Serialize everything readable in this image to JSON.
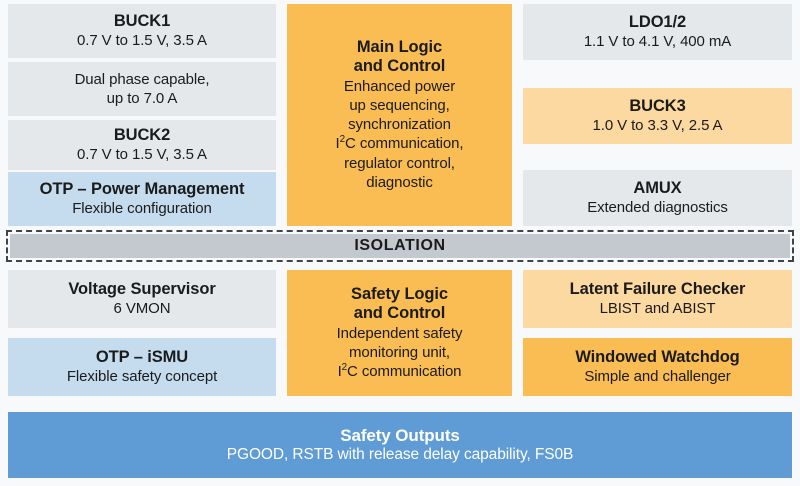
{
  "diagram": {
    "title_hidden": "",
    "colors": {
      "grey_block": "#e4e8eb",
      "blue_block": "#c5dcef",
      "orange_block": "#fabd53",
      "orange_light_block": "#fcd9a1",
      "steel_blue_bar": "#5f9bd5",
      "isolation_bar": "#c3c9cf",
      "isolation_border": "#3f4449",
      "page_background": "#f8f9fa",
      "text": "#1b1b1b",
      "text_inverse": "#ffffff"
    },
    "left_column": {
      "buck1": {
        "title": "BUCK1",
        "sub": "0.7 V to 1.5 V, 3.5 A"
      },
      "dual_phase": {
        "line1": "Dual phase capable,",
        "line2": "up to 7.0 A"
      },
      "buck2": {
        "title": "BUCK2",
        "sub": "0.7 V to 1.5 V, 3.5 A"
      },
      "otp_power_management": {
        "title": "OTP – Power Management",
        "sub": "Flexible configuration"
      },
      "voltage_supervisor": {
        "title": "Voltage Supervisor",
        "sub": "6 VMON"
      },
      "otp_ismu": {
        "title": "OTP – iSMU",
        "sub": "Flexible safety concept"
      }
    },
    "middle_column": {
      "main_logic": {
        "title_line1": "Main Logic",
        "title_line2": "and Control",
        "sub_line1": "Enhanced power",
        "sub_line2": "up sequencing,",
        "sub_line3": "synchronization",
        "sub_line4_pre": "I",
        "sub_line4_sup": "2",
        "sub_line4_post": "C communication,",
        "sub_line5": "regulator control,",
        "sub_line6": "diagnostic"
      },
      "safety_logic": {
        "title_line1": "Safety Logic",
        "title_line2": "and Control",
        "sub_line1": "Independent safety",
        "sub_line2": "monitoring unit,",
        "sub_line3_pre": "I",
        "sub_line3_sup": "2",
        "sub_line3_post": "C communication"
      }
    },
    "right_column": {
      "ldo": {
        "title": "LDO1/2",
        "sub": "1.1 V to 4.1 V, 400 mA"
      },
      "buck3": {
        "title": "BUCK3",
        "sub": "1.0 V to 3.3 V, 2.5 A"
      },
      "amux": {
        "title": "AMUX",
        "sub": "Extended diagnostics"
      },
      "latent_failure_checker": {
        "title": "Latent Failure Checker",
        "sub": "LBIST and ABIST"
      },
      "windowed_watchdog": {
        "title": "Windowed Watchdog",
        "sub": "Simple and challenger"
      }
    },
    "isolation": {
      "title": "ISOLATION"
    },
    "safety_outputs": {
      "title": "Safety Outputs",
      "sub": "PGOOD, RSTB with release delay capability, FS0B"
    }
  }
}
